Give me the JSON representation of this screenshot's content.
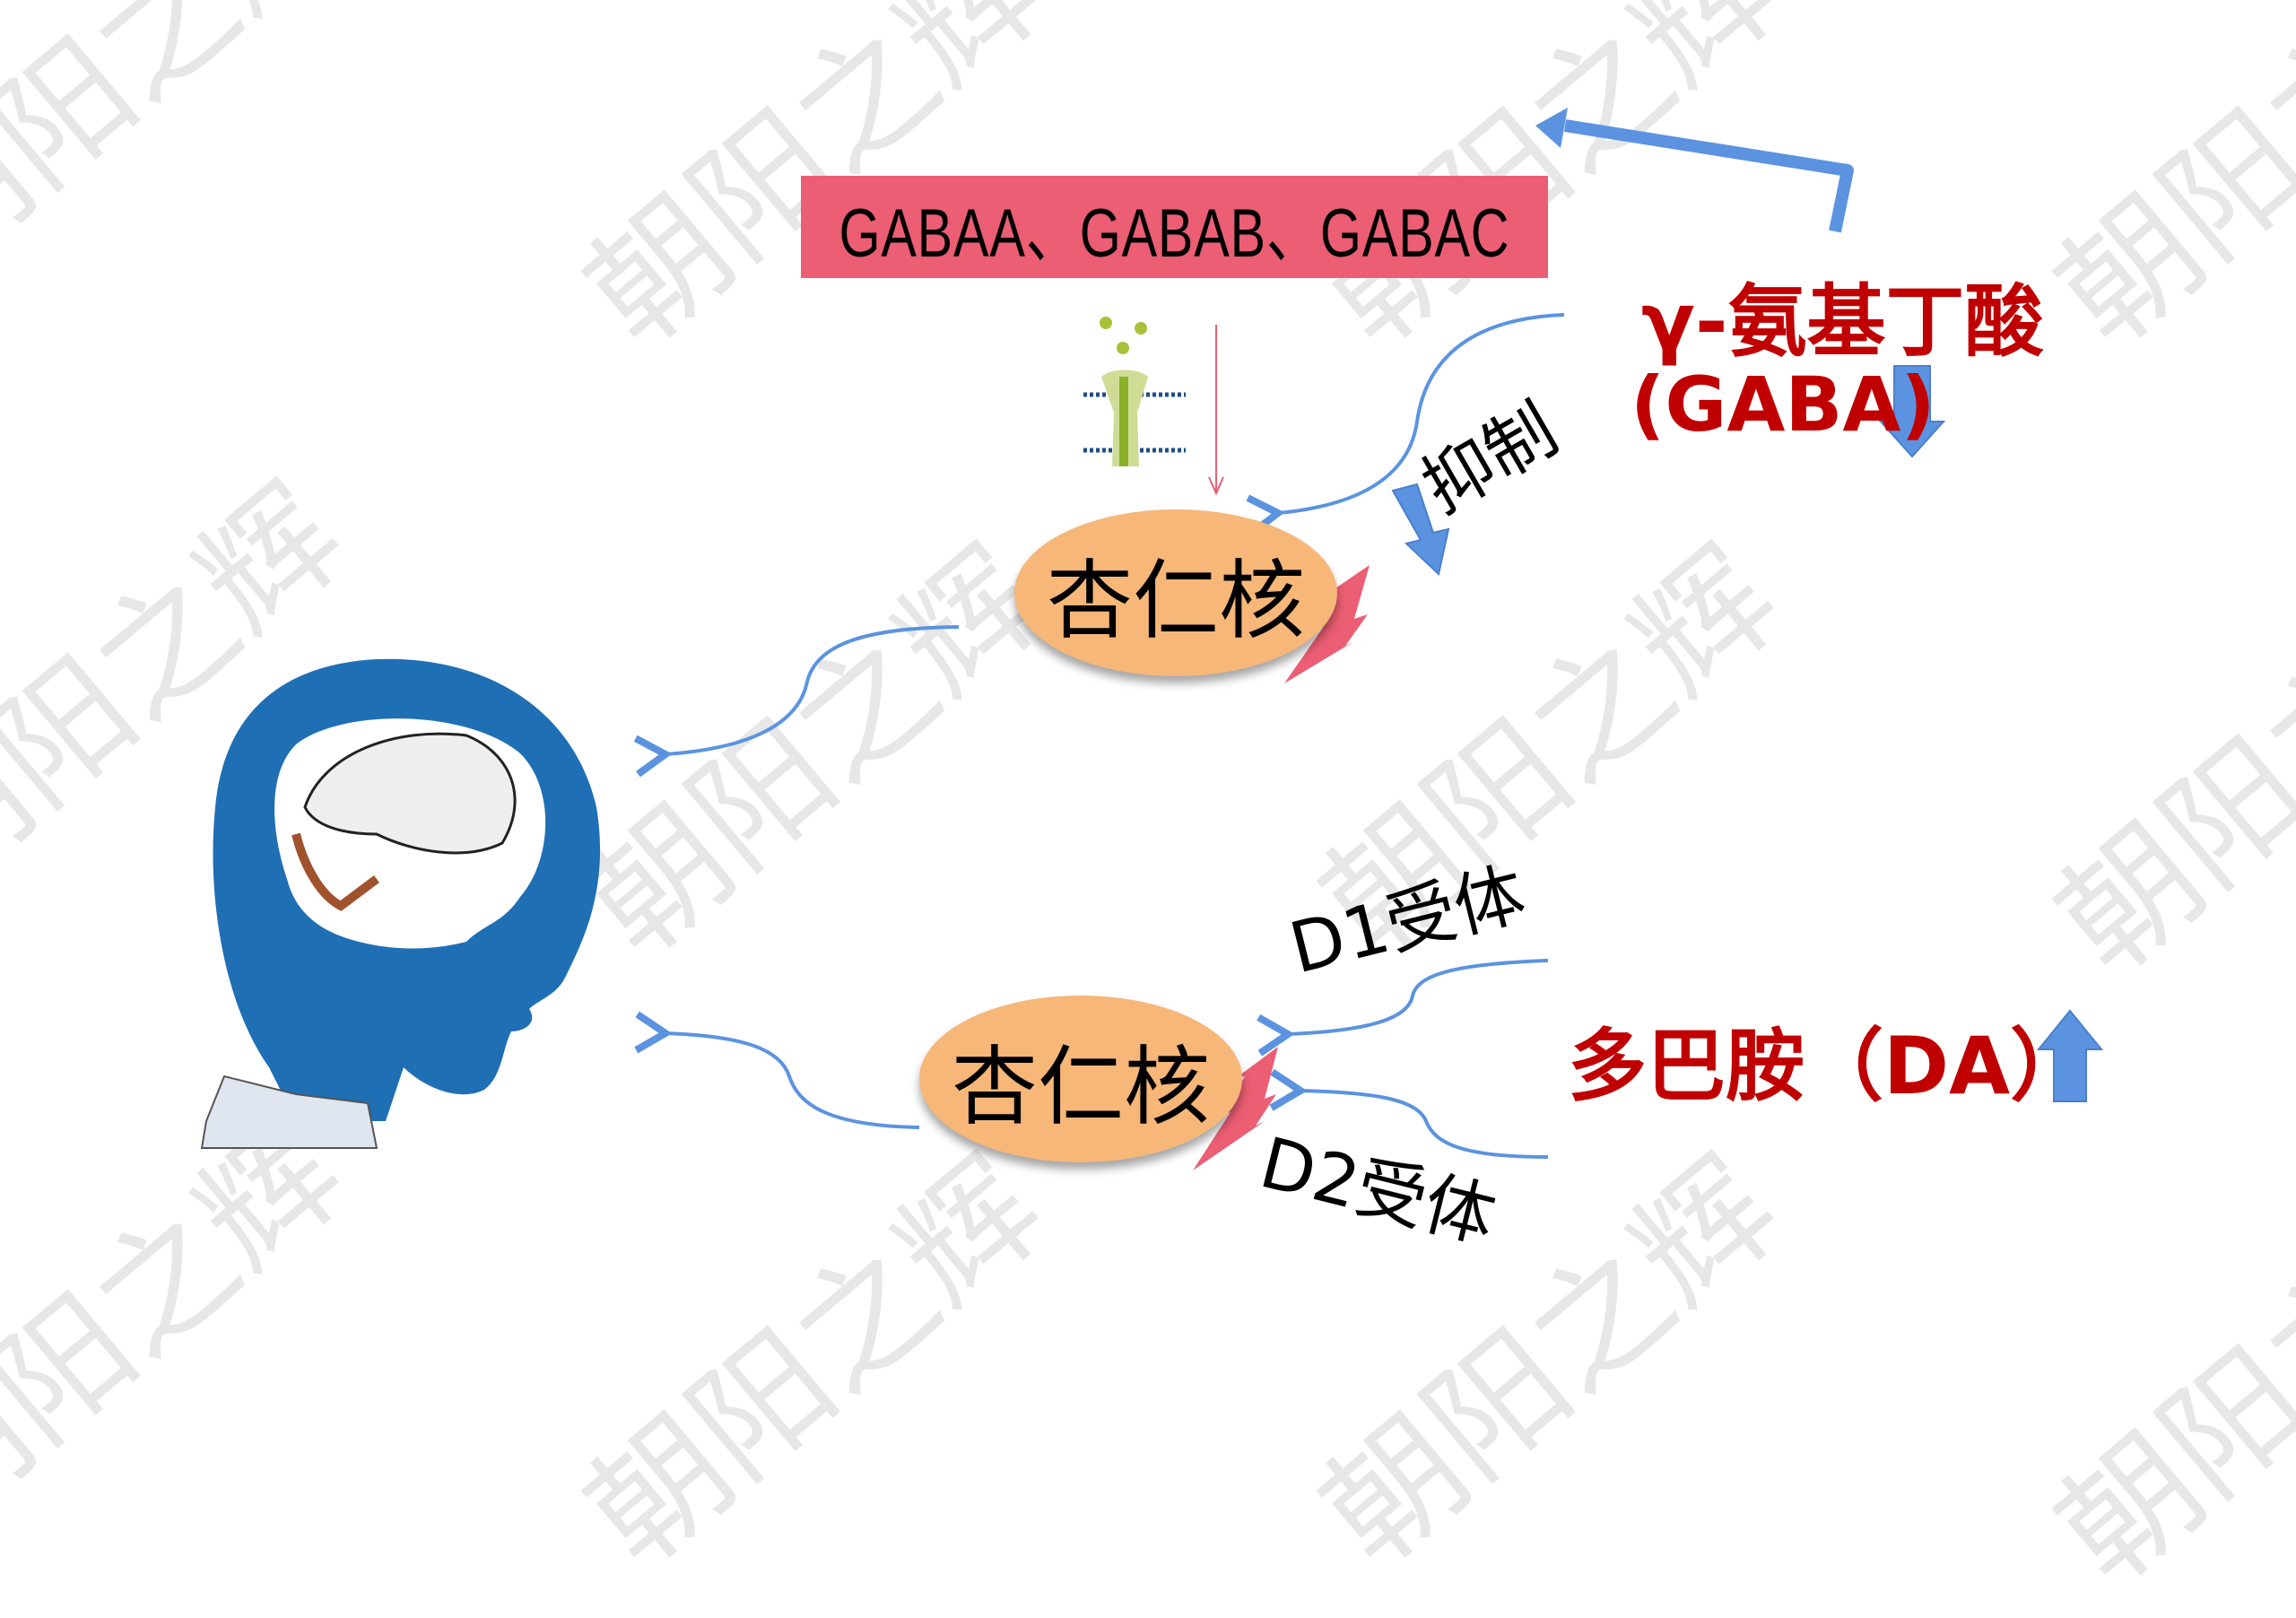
{
  "watermark": "朝阳之辉",
  "receptors_label": "GABAA、GABAB、GABAC",
  "gaba": {
    "name": "γ-氨基丁酸",
    "abbr": "(GABA)",
    "trend": "down"
  },
  "inhibit_label": "抑制",
  "amygdala_label": "杏仁核",
  "dopamine": {
    "name": "多巴胺（DA）",
    "trend": "up"
  },
  "d1_label": "D1受体",
  "d2_label": "D2受体",
  "colors": {
    "accent_red": "#c00000",
    "box_pink": "#eb5e73",
    "ellipse": "#f6b779",
    "arrow_blue": "#5b93e0",
    "head_blue": "#1f6fb5"
  }
}
